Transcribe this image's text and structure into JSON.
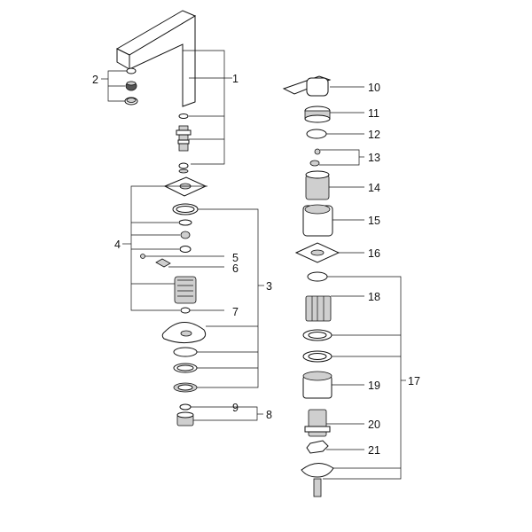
{
  "diagram": {
    "labels": [
      "1",
      "2",
      "3",
      "4",
      "5",
      "6",
      "7",
      "8",
      "9",
      "10",
      "11",
      "12",
      "13",
      "14",
      "15",
      "16",
      "17",
      "18",
      "19",
      "20",
      "21"
    ]
  }
}
